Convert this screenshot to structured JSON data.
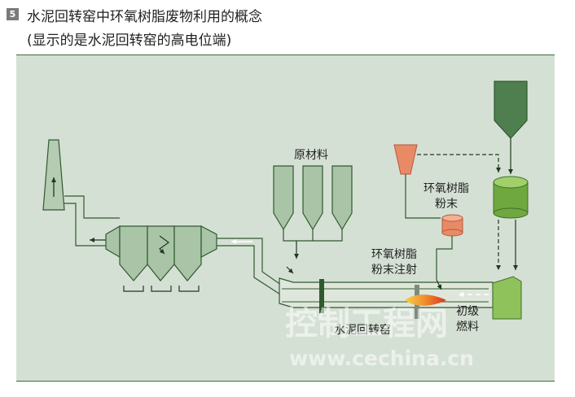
{
  "figure": {
    "number": "5",
    "title": "水泥回转窑中环氧树脂废物利用的概念",
    "subtitle": "(显示的是水泥回转窑的高电位端)"
  },
  "labels": {
    "raw_material": "原材料",
    "epoxy_powder_l1": "环氧树脂",
    "epoxy_powder_l2": "粉末",
    "injection_l1": "环氧树脂",
    "injection_l2": "粉末注射",
    "kiln": "水泥回转窑",
    "primary_fuel_l1": "初级",
    "primary_fuel_l2": "燃料"
  },
  "watermark": {
    "brand": "控制工程网",
    "url": "www.cechina.cn"
  },
  "colors": {
    "panel_bg": "#d5e0d4",
    "equipment_fill": "#a9c4a6",
    "equipment_stroke": "#2f5a2f",
    "dark_green": "#4f7f4f",
    "bright_green": "#7fb84a",
    "salmon": "#e98a67",
    "flame": "#e8632c"
  }
}
